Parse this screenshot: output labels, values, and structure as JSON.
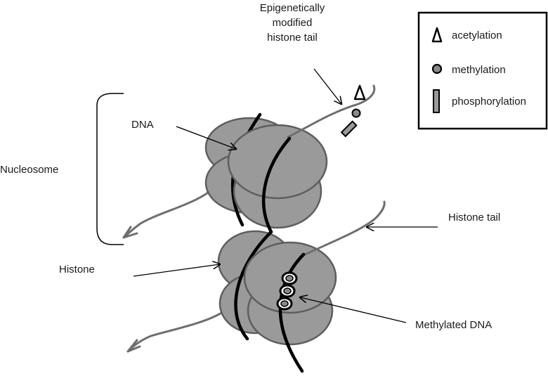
{
  "labels": {
    "epigenetic_tail": [
      "Epigenetically",
      "modified",
      "histone tail"
    ],
    "dna": "DNA",
    "nucleosome": "Nucleosome",
    "histone_tail": "Histone tail",
    "histone": "Histone",
    "methylated_dna": "Methylated DNA"
  },
  "legend": {
    "items": [
      {
        "symbol": "triangle",
        "label": "acetylation"
      },
      {
        "symbol": "circle",
        "label": "methylation"
      },
      {
        "symbol": "bar",
        "label": "phosphorylation"
      }
    ]
  },
  "colors": {
    "histone_fill": "#9a9a9a",
    "histone_stroke": "#5e5e5e",
    "tail": "#6e6e6e",
    "dna": "#000000"
  }
}
